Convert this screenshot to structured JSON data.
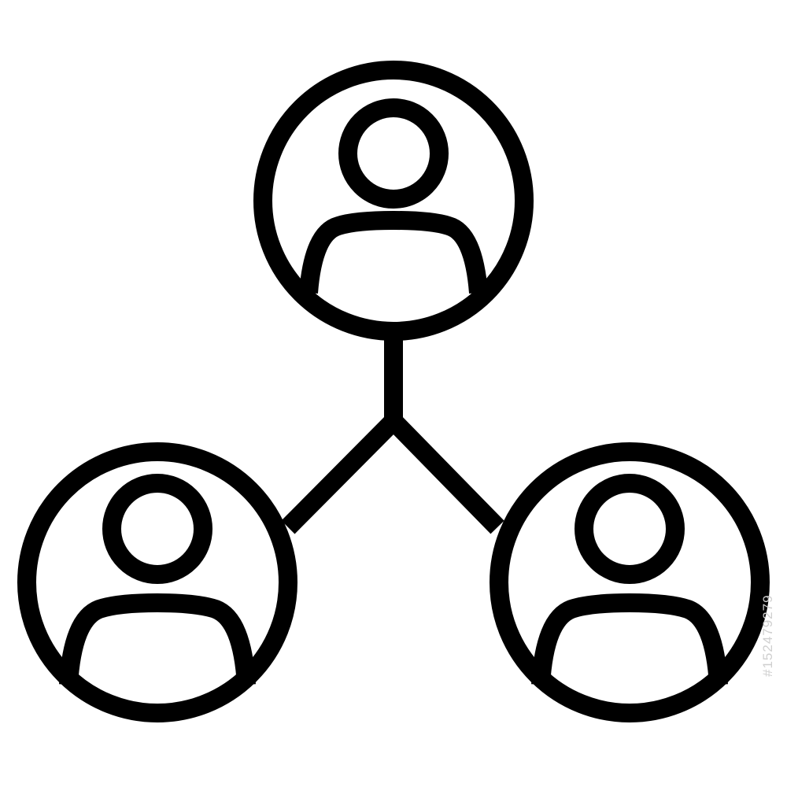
{
  "image": {
    "subject": "network-of-users-icon",
    "style": "black-outline",
    "line_color": "#000000",
    "background": "#ffffff"
  },
  "watermark": {
    "stock_id": "#152479279",
    "color": "#cfcfcf"
  },
  "nodes": [
    {
      "role": "top-user",
      "icon": "user-icon"
    },
    {
      "role": "left-user",
      "icon": "user-icon"
    },
    {
      "role": "right-user",
      "icon": "user-icon"
    }
  ]
}
